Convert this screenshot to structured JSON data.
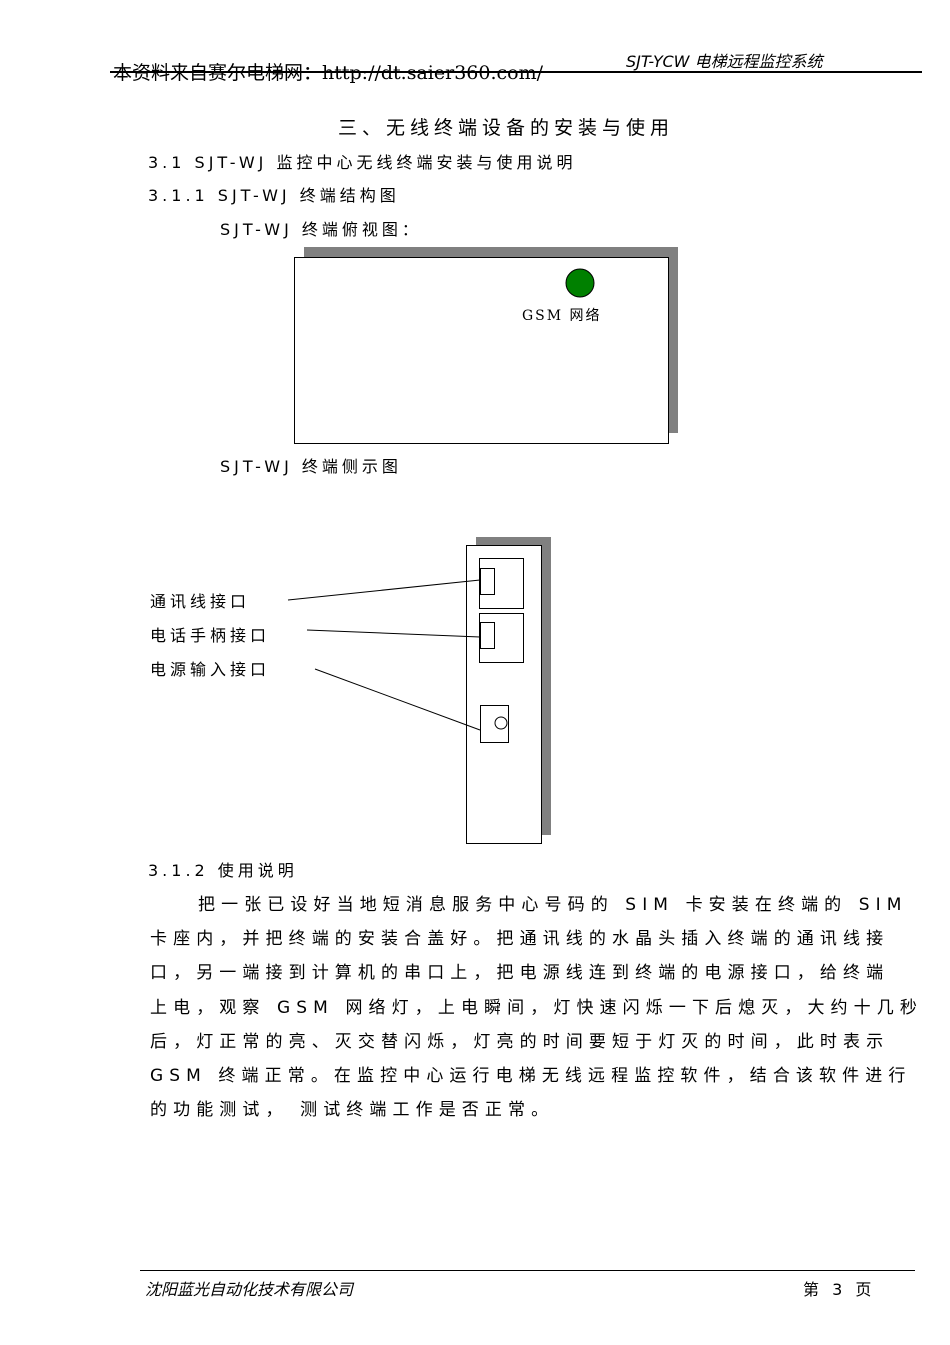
{
  "header": {
    "source_note": "本资料来自赛尔电梯网：http://dt.saier360.com/",
    "system_title": "SJT-YCW 电梯远程监控系统"
  },
  "section_title": "三、无线终端设备的安装与使用",
  "sub1": "3.1 SJT-WJ 监控中心无线终端安装与使用说明",
  "sub11": "3.1.1 SJT-WJ 终端结构图",
  "top_view_caption": "SJT-WJ 终端俯视图：",
  "gsm_label": "GSM 网络",
  "colors": {
    "gsm_led": "#008000",
    "shadow": "#808080"
  },
  "side_view_caption": "SJT-WJ 终端侧示图",
  "ports": [
    "通讯线接口",
    "电话手柄接口",
    "电源输入接口"
  ],
  "sub12": "3.1.2 使用说明",
  "paragraph_lines": [
    "把一张已设好当地短消息服务中心号码的 SIM 卡安装在终端的 SIM",
    "卡座内，并把终端的安装合盖好。把通讯线的水晶头插入终端的通讯线接",
    "口，另一端接到计算机的串口上，把电源线连到终端的电源接口，给终端",
    "上电，观察 GSM 网络灯，上电瞬间，灯快速闪烁一下后熄灭，大约十几秒",
    "后，灯正常的亮、灭交替闪烁，灯亮的时间要短于灯灭的时间，此时表示",
    "GSM 终端正常。在监控中心运行电梯无线远程监控软件，结合该软件进行",
    "的功能测试， 测试终端工作是否正常。"
  ],
  "footer": {
    "company": "沈阳蓝光自动化技术有限公司",
    "page": "第 3 页"
  }
}
